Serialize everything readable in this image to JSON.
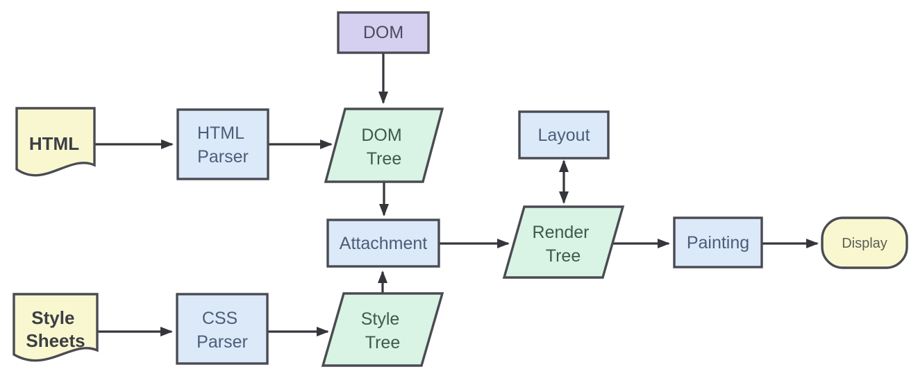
{
  "colors": {
    "background": "#ffffff",
    "purple_fill": "#d5d0ef",
    "blue_fill": "#dbe9f9",
    "green_fill": "#d9f3e4",
    "yellow_fill": "#f9f7cf",
    "border": "#4a4b52",
    "arrow": "#35363c",
    "text_dark": "#3c3e45",
    "text_blue": "#4d5d77",
    "text_green": "#3d5a4c",
    "text_purple": "#4b4a5e",
    "text_display": "#5a5c52"
  },
  "nodes": {
    "dom": {
      "label": "DOM",
      "shape": "rectangle"
    },
    "html_doc": {
      "label": "HTML",
      "shape": "document"
    },
    "html_parser": {
      "line1": "HTML",
      "line2": "Parser",
      "shape": "rectangle"
    },
    "dom_tree": {
      "line1": "DOM",
      "line2": "Tree",
      "shape": "parallelogram"
    },
    "layout": {
      "label": "Layout",
      "shape": "rectangle"
    },
    "attachment": {
      "label": "Attachment",
      "shape": "rectangle"
    },
    "render_tree": {
      "line1": "Render",
      "line2": "Tree",
      "shape": "parallelogram"
    },
    "painting": {
      "label": "Painting",
      "shape": "rectangle"
    },
    "display": {
      "label": "Display",
      "shape": "stadium"
    },
    "style_sheets": {
      "line1": "Style",
      "line2": "Sheets",
      "shape": "document"
    },
    "css_parser": {
      "line1": "CSS",
      "line2": "Parser",
      "shape": "rectangle"
    },
    "style_tree": {
      "line1": "Style",
      "line2": "Tree",
      "shape": "parallelogram"
    }
  },
  "edges": [
    {
      "from": "DOM",
      "to": "DOM Tree",
      "bidirectional": false
    },
    {
      "from": "HTML",
      "to": "HTML Parser",
      "bidirectional": false
    },
    {
      "from": "HTML Parser",
      "to": "DOM Tree",
      "bidirectional": false
    },
    {
      "from": "DOM Tree",
      "to": "Attachment",
      "bidirectional": false
    },
    {
      "from": "Style Sheets",
      "to": "CSS Parser",
      "bidirectional": false
    },
    {
      "from": "CSS Parser",
      "to": "Style Tree",
      "bidirectional": false
    },
    {
      "from": "Style Tree",
      "to": "Attachment",
      "bidirectional": false
    },
    {
      "from": "Attachment",
      "to": "Render Tree",
      "bidirectional": false
    },
    {
      "from": "Layout",
      "to": "Render Tree",
      "bidirectional": true
    },
    {
      "from": "Render Tree",
      "to": "Painting",
      "bidirectional": false
    },
    {
      "from": "Painting",
      "to": "Display",
      "bidirectional": false
    }
  ]
}
